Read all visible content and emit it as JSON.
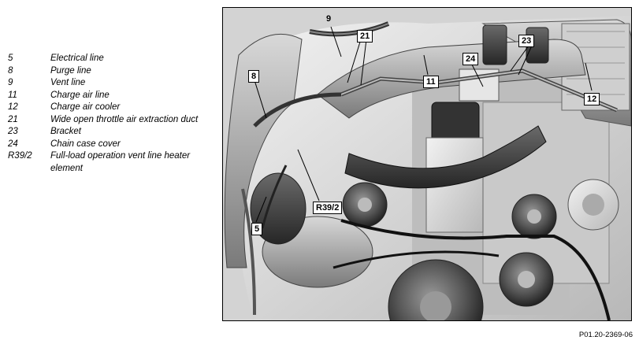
{
  "legend": [
    {
      "num": "5",
      "text": "Electrical line"
    },
    {
      "num": "8",
      "text": "Purge line"
    },
    {
      "num": "9",
      "text": "Vent line"
    },
    {
      "num": "11",
      "text": "Charge air line"
    },
    {
      "num": "12",
      "text": "Charge air cooler"
    },
    {
      "num": "21",
      "text": "Wide open throttle air extraction duct"
    },
    {
      "num": "23",
      "text": "Bracket"
    },
    {
      "num": "24",
      "text": "Chain case cover"
    },
    {
      "num": "R39/2",
      "text": "Full-load operation vent line heater element"
    }
  ],
  "callouts": {
    "c9": "9",
    "c21": "21",
    "c23": "23",
    "c8": "8",
    "c24": "24",
    "c11": "11",
    "c12": "12",
    "cR39": "R39/2",
    "c5": "5"
  },
  "figure_ref": "P01.20-2369-06"
}
